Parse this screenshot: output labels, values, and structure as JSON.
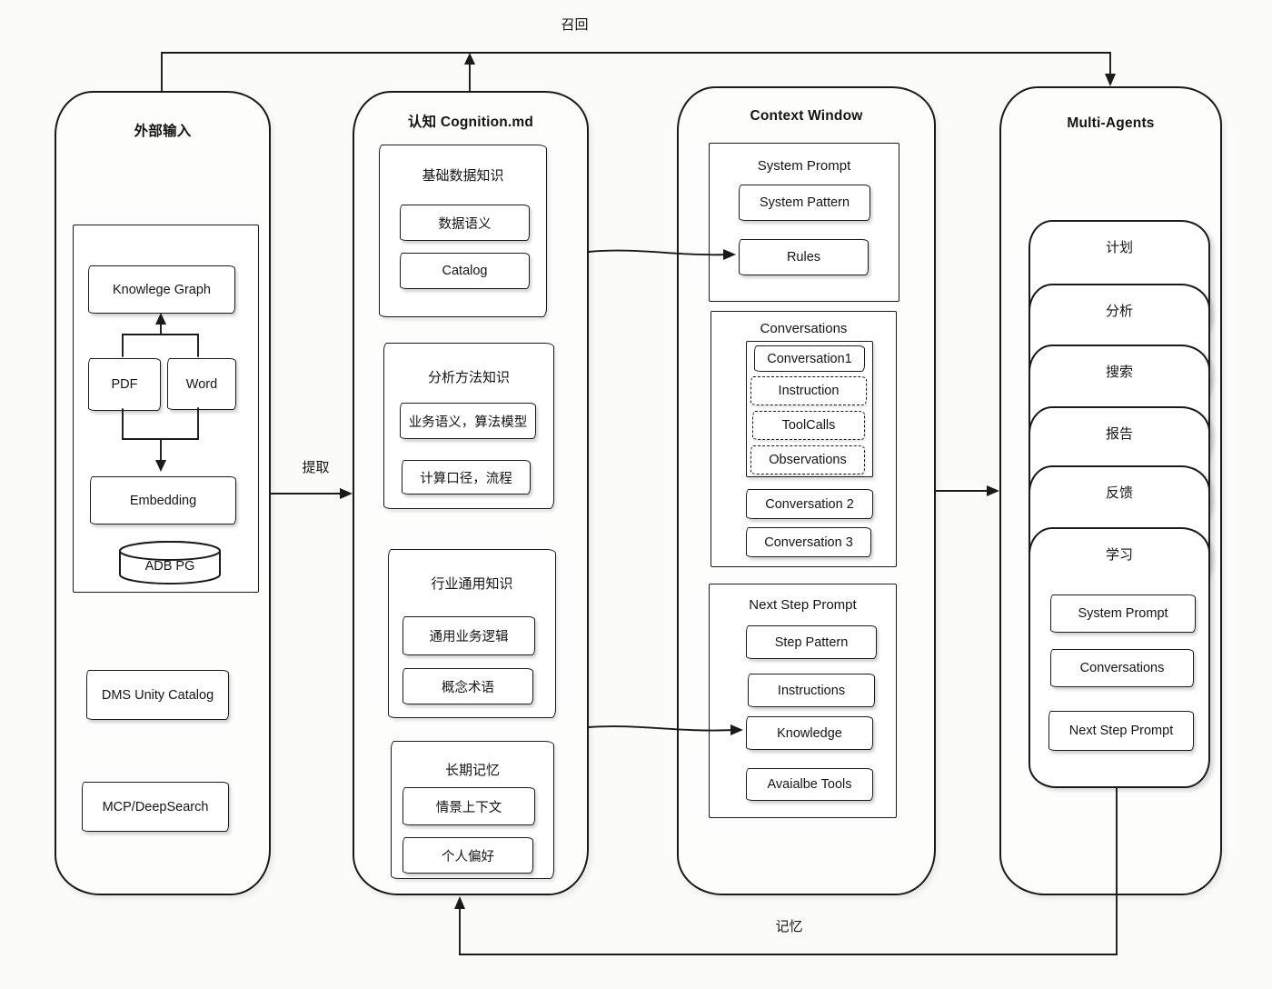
{
  "ink_color": "#1a1a1a",
  "flows": {
    "recall": "召回",
    "extract": "提取",
    "memory": "记忆"
  },
  "external_input": {
    "title": "外部输入",
    "knowledge_graph": "Knowlege Graph",
    "pdf": "PDF",
    "word": "Word",
    "embedding": "Embedding",
    "adb_pg": "ADB PG",
    "dms_unity_catalog": "DMS Unity Catalog",
    "mcp_deepsearch": "MCP/DeepSearch"
  },
  "cognition": {
    "title": "认知 Cognition.md",
    "groups": [
      {
        "title": "基础数据知识",
        "items": [
          "数据语义",
          "Catalog"
        ]
      },
      {
        "title": "分析方法知识",
        "items": [
          "业务语义，算法模型",
          "计算口径，流程"
        ]
      },
      {
        "title": "行业通用知识",
        "items": [
          "通用业务逻辑",
          "概念术语"
        ]
      },
      {
        "title": "长期记忆",
        "items": [
          "情景上下文",
          "个人偏好"
        ]
      }
    ]
  },
  "context_window": {
    "title": "Context Window",
    "system_prompt": {
      "title": "System Prompt",
      "items": [
        "System Pattern",
        "Rules"
      ]
    },
    "conversations": {
      "title": "Conversations",
      "conversation1": "Conversation1",
      "sub_items": [
        "Instruction",
        "ToolCalls",
        "Observations"
      ],
      "others": [
        "Conversation 2",
        "Conversation 3"
      ]
    },
    "next_step_prompt": {
      "title": "Next Step Prompt",
      "items": [
        "Step Pattern",
        "Instructions",
        "Knowledge",
        "Avaialbe Tools"
      ]
    }
  },
  "multi_agents": {
    "title": "Multi-Agents",
    "agents": [
      "计划",
      "分析",
      "搜索",
      "报告",
      "反馈",
      "学习"
    ],
    "learn_items": [
      "System Prompt",
      "Conversations",
      "Next Step Prompt"
    ]
  }
}
